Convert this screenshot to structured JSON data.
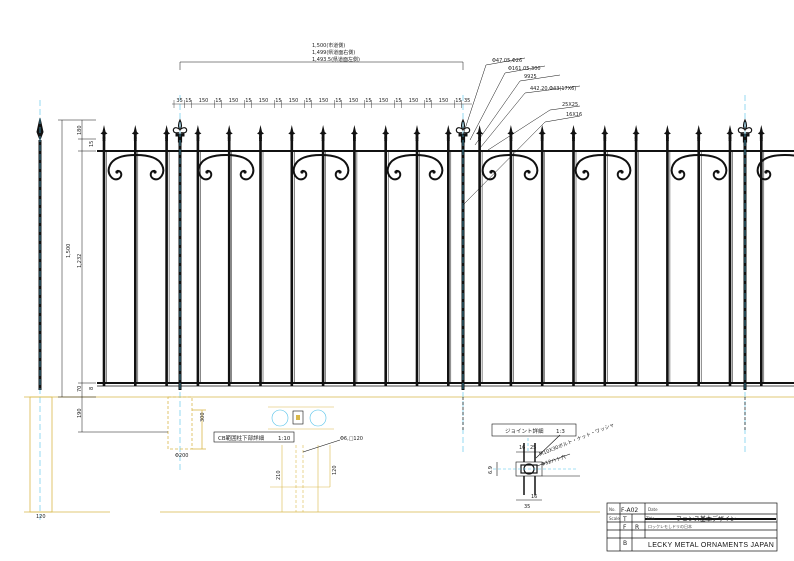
{
  "top_dims": {
    "line1": "1,500(市道側)",
    "line2": "1,499(県道面右側)",
    "line3": "1,493.5(県道面左側)"
  },
  "spacing": [
    "35",
    "15",
    "150",
    "15",
    "150",
    "15",
    "150",
    "15",
    "150",
    "15",
    "150",
    "15",
    "150",
    "15",
    "150",
    "15",
    "150",
    "15",
    "150",
    "15",
    "35"
  ],
  "leaders": [
    "Φ47.05,Φ26",
    "Φ161.05,300",
    "9925",
    "442.20,Φ43(17X6)",
    "25X25",
    "16X16"
  ],
  "left_dims": {
    "total": "1,500",
    "top": "180",
    "top2": "15",
    "mid": "1,232",
    "bot": "70",
    "bot2": "8",
    "base": "190"
  },
  "foundation": {
    "depth": "300",
    "width": "Φ200",
    "left_width": "120"
  },
  "detail_post": {
    "title": "CB範囲柱下部詳細",
    "scale": "1:10",
    "dim_a": "210",
    "dim_b": "120",
    "dim_c": "Φ6,□120"
  },
  "detail_joint": {
    "title": "ジョイント詳細",
    "scale": "1:3",
    "dim_a": "16",
    "dim_b": "25",
    "dim_c": "35",
    "dim_d": "16",
    "dim_e": "6.9",
    "note1": "M10X30ボルト・ナット・ワッシャ",
    "note2": "Φ12ハト穴"
  },
  "title_block": {
    "no_label": "No.",
    "no_value": "F-A02",
    "date_label": "Date",
    "scale_label": "Scale",
    "title_label": "Title",
    "title_value": "フェンス基本デザイン",
    "cells": [
      "T",
      "F",
      "R",
      "B"
    ],
    "company": "LECKY METAL ORNAMENTS JAPAN",
    "sub": "ロックレモしドリの日本"
  }
}
